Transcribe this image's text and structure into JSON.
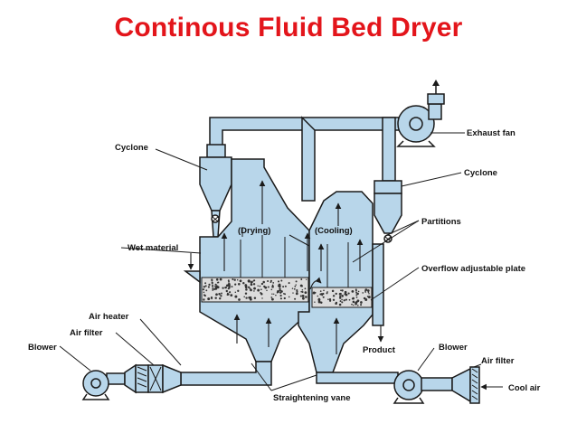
{
  "title": "Continous Fluid Bed Dryer",
  "labels": {
    "exhaust_fan": "Exhaust fan",
    "cyclone_left": "Cyclone",
    "cyclone_right": "Cyclone",
    "partitions": "Partitions",
    "overflow_plate": "Overflow adjustable plate",
    "wet_material": "Wet material",
    "drying": "(Drying)",
    "cooling": "(Cooling)",
    "air_heater": "Air heater",
    "air_filter_left": "Air filter",
    "blower_left": "Blower",
    "product": "Product",
    "blower_right": "Blower",
    "air_filter_right": "Air filter",
    "cool_air": "Cool air",
    "straightening_vane": "Straightening vane"
  },
  "colors": {
    "title": "#e3151b",
    "vessel_fill": "#b8d6ea",
    "outline": "#1a1a1a"
  }
}
